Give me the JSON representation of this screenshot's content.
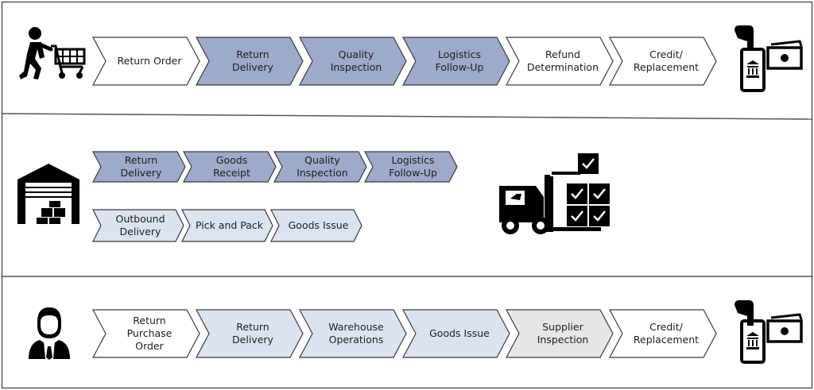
{
  "colors": {
    "dark": "#9daac9",
    "light": "#dbe3f0",
    "white": "#ffffff",
    "gray": "#e6e6e6",
    "stroke": "#3a3a3a"
  },
  "rows": [
    {
      "left_icon": "shopper-with-cart-icon",
      "right_icon": "payment-phone-cash-icon",
      "steps": [
        {
          "lines": [
            "Return Order"
          ],
          "fill": "white"
        },
        {
          "lines": [
            "Return",
            "Delivery"
          ],
          "fill": "dark"
        },
        {
          "lines": [
            "Quality",
            "Inspection"
          ],
          "fill": "dark"
        },
        {
          "lines": [
            "Logistics",
            "Follow-Up"
          ],
          "fill": "dark"
        },
        {
          "lines": [
            "Refund",
            "Determination"
          ],
          "fill": "white"
        },
        {
          "lines": [
            "Credit/",
            "Replacement"
          ],
          "fill": "white"
        }
      ]
    },
    {
      "left_icon": "warehouse-icon",
      "right_icon": "forklift-with-checked-boxes-icon",
      "lanes": [
        {
          "steps": [
            {
              "lines": [
                "Return",
                "Delivery"
              ],
              "fill": "dark"
            },
            {
              "lines": [
                "Goods",
                "Receipt"
              ],
              "fill": "dark"
            },
            {
              "lines": [
                "Quality",
                "Inspection"
              ],
              "fill": "dark"
            },
            {
              "lines": [
                "Logistics",
                "Follow-Up"
              ],
              "fill": "dark"
            }
          ]
        },
        {
          "steps": [
            {
              "lines": [
                "Outbound",
                "Delivery"
              ],
              "fill": "light"
            },
            {
              "lines": [
                "Pick and Pack"
              ],
              "fill": "light"
            },
            {
              "lines": [
                "Goods Issue"
              ],
              "fill": "light"
            }
          ]
        }
      ]
    },
    {
      "left_icon": "businessman-icon",
      "right_icon": "payment-phone-cash-icon",
      "steps": [
        {
          "lines": [
            "Return",
            "Purchase",
            "Order"
          ],
          "fill": "white"
        },
        {
          "lines": [
            "Return",
            "Delivery"
          ],
          "fill": "light"
        },
        {
          "lines": [
            "Warehouse",
            "Operations"
          ],
          "fill": "light"
        },
        {
          "lines": [
            "Goods Issue"
          ],
          "fill": "light"
        },
        {
          "lines": [
            "Supplier",
            "Inspection"
          ],
          "fill": "gray"
        },
        {
          "lines": [
            "Credit/",
            "Replacement"
          ],
          "fill": "white"
        }
      ]
    }
  ]
}
